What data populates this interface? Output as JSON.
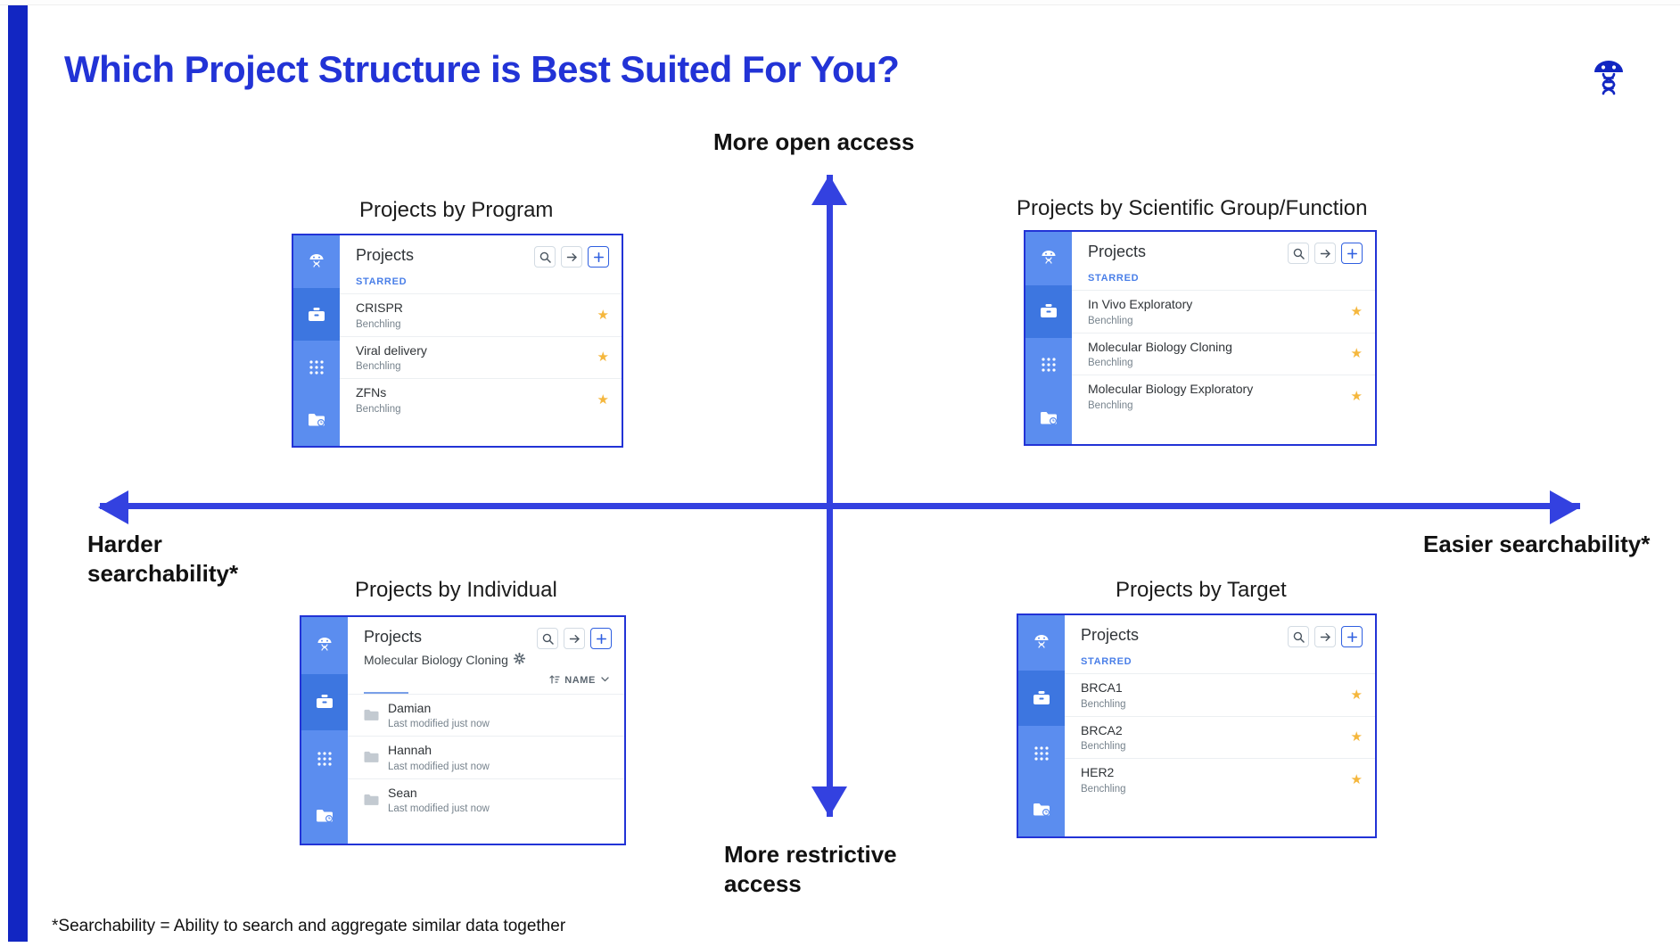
{
  "slide": {
    "title": "Which Project Structure is Best Suited For You?",
    "footnote": "*Searchability = Ability to search and aggregate similar data together",
    "accent_color": "#2233d6",
    "axis_color": "#3341e0",
    "brand_logo": "benchling-logo"
  },
  "axes": {
    "top_label": "More open access",
    "bottom_label": "More restrictive access",
    "left_label": "Harder searchability*",
    "right_label": "Easier searchability*"
  },
  "common": {
    "heading": "Projects",
    "starred_label": "STARRED",
    "sub_label": "Benchling",
    "search_icon": "search-icon",
    "forward_icon": "arrow-right-icon",
    "add_icon": "plus-icon",
    "star_icon": "star-icon",
    "sidebar_icons": [
      "benchling-logo-icon",
      "briefcase-icon",
      "grid-dots-icon",
      "folder-clock-icon"
    ]
  },
  "quadrants": [
    {
      "id": "by-program",
      "title": "Projects by Program",
      "section_label": "STARRED",
      "rows": [
        {
          "title": "CRISPR",
          "sub": "Benchling",
          "starred": true
        },
        {
          "title": "Viral delivery",
          "sub": "Benchling",
          "starred": true
        },
        {
          "title": "ZFNs",
          "sub": "Benchling",
          "starred": true
        }
      ]
    },
    {
      "id": "by-scientific-group",
      "title": "Projects by Scientific Group/Function",
      "section_label": "STARRED",
      "rows": [
        {
          "title": "In Vivo Exploratory",
          "sub": "Benchling",
          "starred": true
        },
        {
          "title": "Molecular Biology Cloning",
          "sub": "Benchling",
          "starred": true
        },
        {
          "title": "Molecular Biology Exploratory",
          "sub": "Benchling",
          "starred": true
        }
      ]
    },
    {
      "id": "by-individual",
      "title": "Projects by Individual",
      "breadcrumb": "Molecular Biology Cloning",
      "breadcrumb_icon": "gear-icon",
      "sort_label": "NAME",
      "sort_icon": "sort-ascending-icon",
      "sort_caret": "chevron-down-icon",
      "rows": [
        {
          "title": "Damian",
          "sub": "Last modified just now",
          "folder": true
        },
        {
          "title": "Hannah",
          "sub": "Last modified just now",
          "folder": true
        },
        {
          "title": "Sean",
          "sub": "Last modified just now",
          "folder": true
        }
      ]
    },
    {
      "id": "by-target",
      "title": "Projects by Target",
      "section_label": "STARRED",
      "rows": [
        {
          "title": "BRCA1",
          "sub": "Benchling",
          "starred": true
        },
        {
          "title": "BRCA2",
          "sub": "Benchling",
          "starred": true
        },
        {
          "title": "HER2",
          "sub": "Benchling",
          "starred": true
        }
      ]
    }
  ]
}
